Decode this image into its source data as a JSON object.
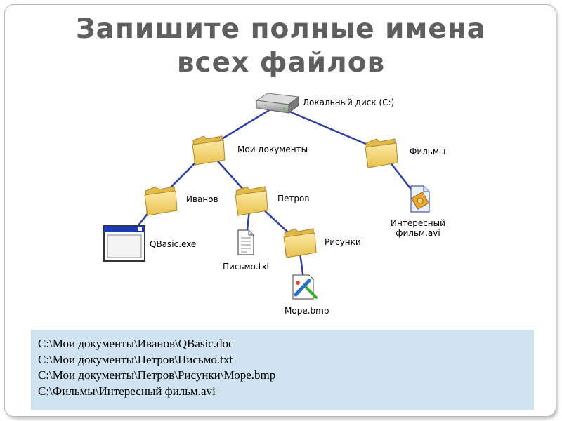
{
  "slide": {
    "title_line1": "Запишите полные имена",
    "title_line2": "всех файлов"
  },
  "tree": {
    "root": "Локальный диск (C:)",
    "my_documents": "Мои документы",
    "films": "Фильмы",
    "ivanov": "Иванов",
    "petrov": "Петров",
    "qbasic": "QBasic.exe",
    "letter": "Письмо.txt",
    "pictures": "Рисунки",
    "sea": "Море.bmp",
    "movie_line1": "Интересный",
    "movie_line2": "фильм.avi"
  },
  "answers": [
    "С:\\Мои документы\\Иванов\\QBasic.doc",
    "С:\\Мои документы\\Петров\\Письмо.txt",
    "С:\\Мои документы\\Петров\\Рисунки\\Море.bmp",
    "С:\\Фильмы\\Интересный фильм.avi"
  ],
  "colors": {
    "connector": "#2f3fa7",
    "folder": "#f3d472",
    "answer_background": "#cfe3f1",
    "title": "#5f5f5f"
  }
}
